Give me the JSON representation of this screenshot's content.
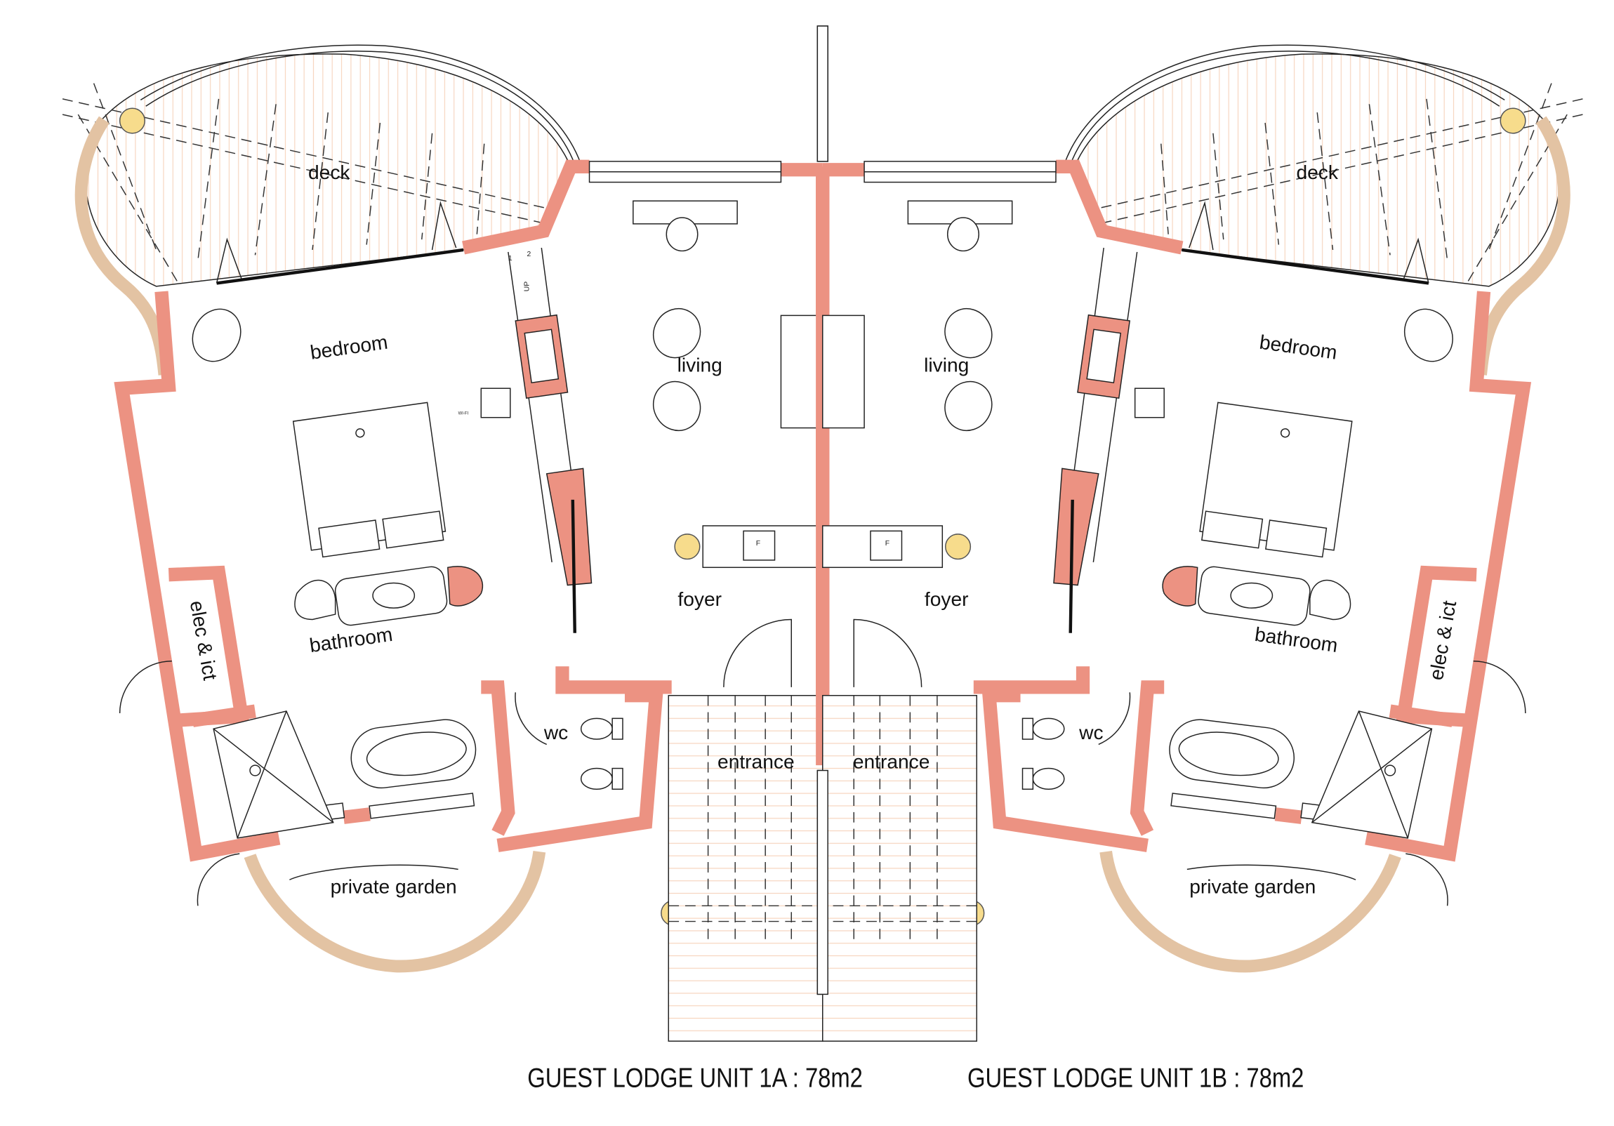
{
  "units": [
    {
      "id": "1A",
      "title": "GUEST LODGE UNIT 1A : 78m2",
      "rooms": {
        "deck": "deck",
        "bedroom": "bedroom",
        "living": "living",
        "foyer": "foyer",
        "bathroom": "bathroom",
        "elec": "elec & ict",
        "wc": "wc",
        "entrance": "entrance",
        "garden": "private garden"
      }
    },
    {
      "id": "1B",
      "title": "GUEST LODGE UNIT 1B : 78m2",
      "rooms": {
        "deck": "deck",
        "bedroom": "bedroom",
        "living": "living",
        "foyer": "foyer",
        "bathroom": "bathroom",
        "elec": "elec & ict",
        "wc": "wc",
        "entrance": "entrance",
        "garden": "private garden"
      }
    }
  ],
  "annotations": {
    "stair_up": "UP",
    "step_1": "1",
    "step_2": "2",
    "fridge": "F",
    "wifi": "WI-FI"
  },
  "colors": {
    "wall": "#ec9282",
    "curved_wall": "#e3c3a3",
    "lamp": "#f7dc8c"
  }
}
